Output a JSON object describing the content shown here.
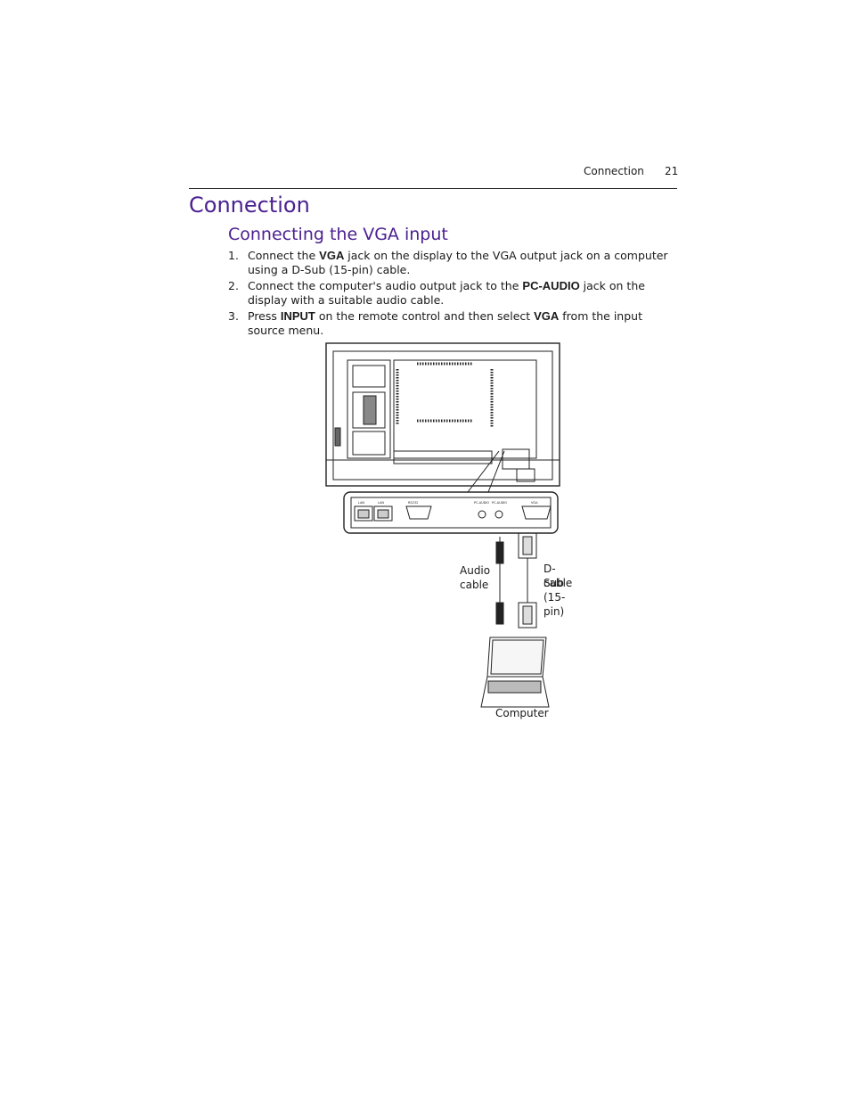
{
  "header": {
    "section": "Connection",
    "page_number": "21"
  },
  "title": "Connection",
  "subtitle": "Connecting the VGA input",
  "steps": [
    {
      "num": "1.",
      "parts": [
        "Connect the ",
        "VGA",
        " jack on the display to the VGA output jack on a computer using a D-Sub (15-pin) cable."
      ]
    },
    {
      "num": "2.",
      "parts": [
        "Connect the computer's audio output jack to the ",
        "PC-AUDIO",
        " jack on the display with a suitable audio cable."
      ]
    },
    {
      "num": "3.",
      "parts": [
        "Press ",
        "INPUT",
        " on the remote control and then select ",
        "VGA",
        " from the input source menu."
      ]
    }
  ],
  "figure": {
    "port_labels": [
      "LAN",
      "LAN",
      "RS232",
      "PC-AUDIO",
      "PC-AUDIO",
      "VGA"
    ],
    "labels": {
      "audio_cable_line1": "Audio",
      "audio_cable_line2": "cable",
      "dsub_line1": "D-Sub (15-pin)",
      "dsub_line2": "cable",
      "computer": "Computer"
    }
  }
}
